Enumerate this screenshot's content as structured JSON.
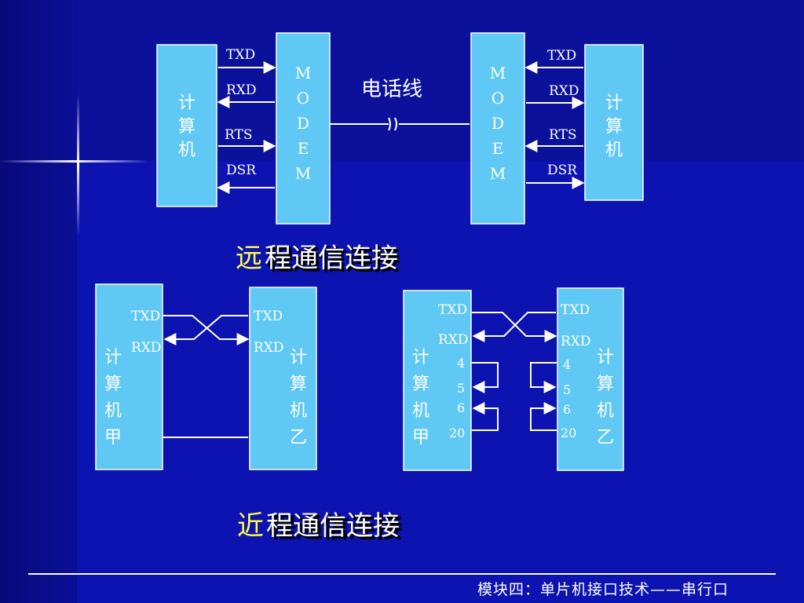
{
  "remote": {
    "left_computer": "计算机",
    "right_computer": "计算机",
    "modem_label": "MODEM",
    "signals_left": [
      "TXD",
      "RXD",
      "RTS",
      "DSR"
    ],
    "signals_right": [
      "TXD",
      "RXD",
      "RTS",
      "DSR"
    ],
    "phone_line": "电话线",
    "caption_first": "远",
    "caption_rest": "程通信连接"
  },
  "near": {
    "left": {
      "computer_a": "计算机甲",
      "computer_b": "计算机乙",
      "txd": "TXD",
      "rxd": "RXD"
    },
    "right": {
      "computer_a": "计算机甲",
      "computer_b": "计算机乙",
      "txd": "TXD",
      "rxd": "RXD",
      "pins": [
        "4",
        "5",
        "6",
        "20"
      ]
    },
    "caption_first": "近",
    "caption_rest": "程通信连接"
  },
  "footer": "模块四：单片机接口技术——串行口",
  "colors": {
    "background": "#0b10a0",
    "box_fill": "#5fc8f4",
    "caption_highlight": "#ffff44"
  }
}
